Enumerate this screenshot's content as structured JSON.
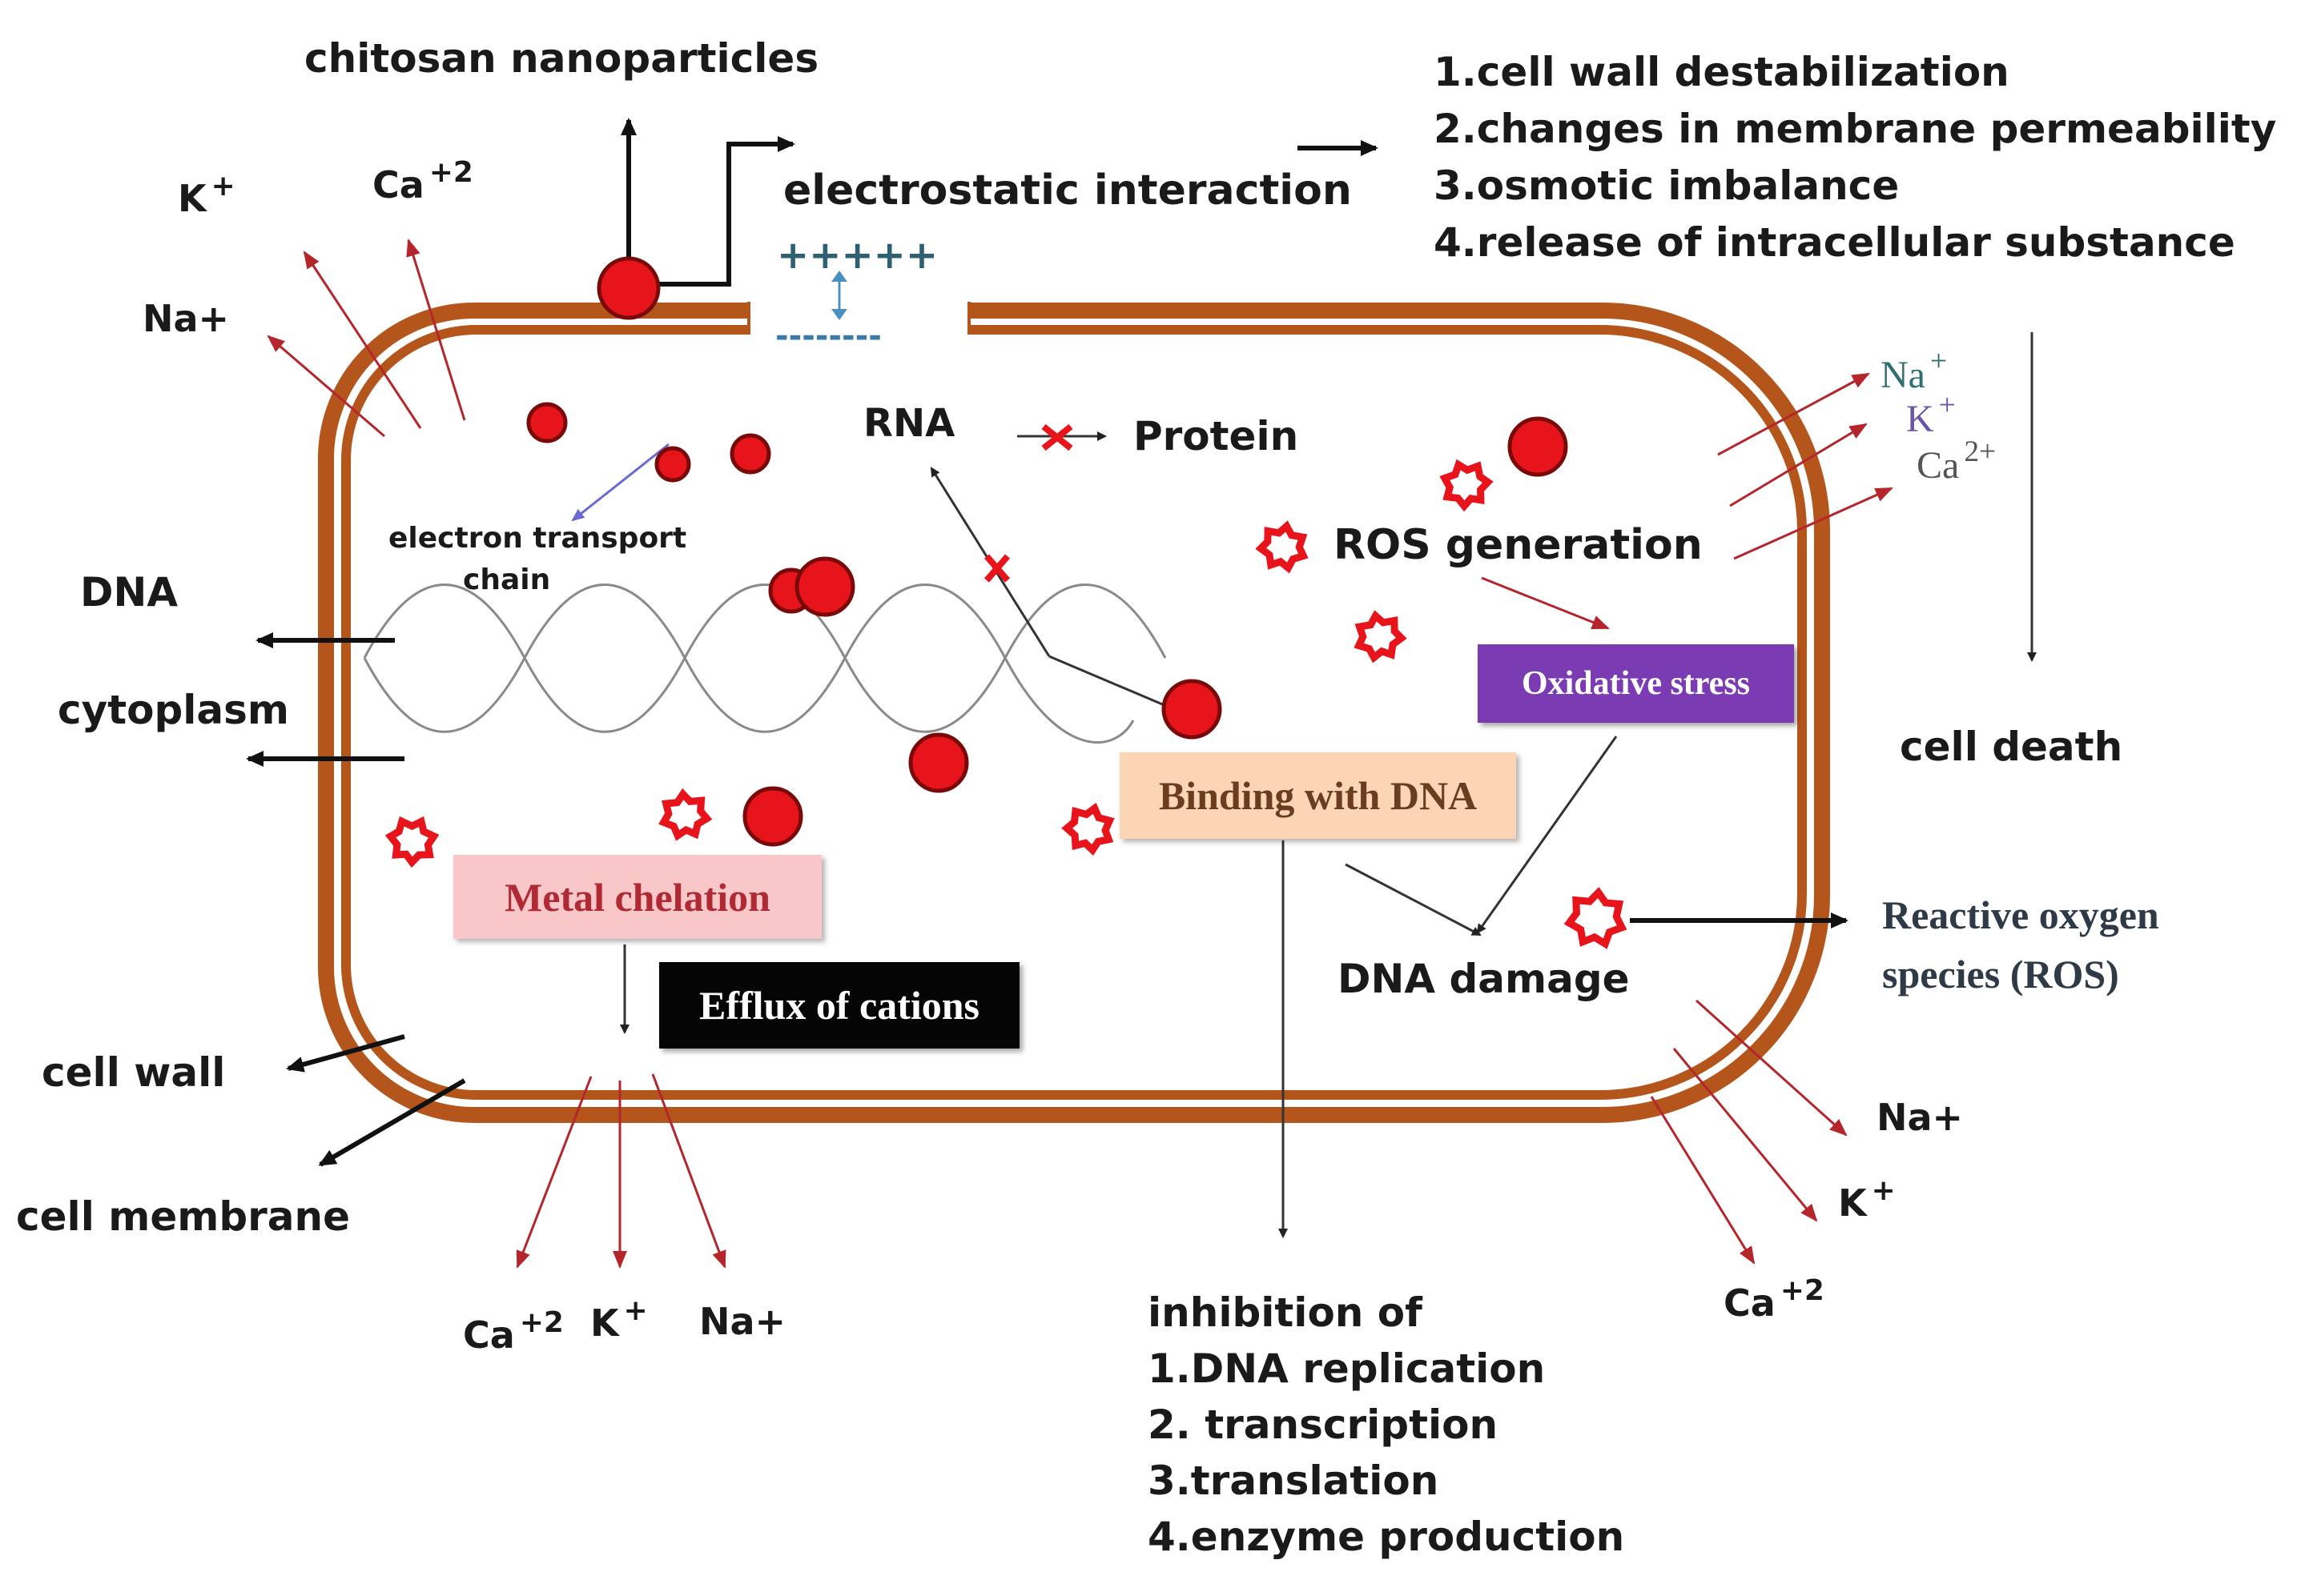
{
  "colors": {
    "wall": "#b4561c",
    "particle": "#e8141b",
    "particle_stroke": "#8a0b0b",
    "ion_arrow": "#b5252c",
    "arrow": "#222222",
    "charge_plus": "#2e6070",
    "charge_minus": "#3a7aa8",
    "oxidative_bg": "#7b3bb3",
    "metal_bg": "#f9c7c8",
    "binding_bg": "#fbd5b5",
    "efflux_bg": "#050505"
  },
  "labels": {
    "chitosan_nanoparticles": "chitosan nanoparticles",
    "electrostatic_interaction": "electrostatic interaction",
    "plus_charges": "+++++",
    "minus_charges": "--------",
    "effects": [
      "1.cell wall destabilization",
      "2.changes in membrane permeability",
      "3.osmotic imbalance",
      "4.release of intracellular substance"
    ],
    "cell_death": "cell death",
    "rna": "RNA",
    "protein": "Protein",
    "electron_transport_chain_line1": "electron transport",
    "electron_transport_chain_line2": "chain",
    "dna": "DNA",
    "cytoplasm": "cytoplasm",
    "cell_wall": "cell wall",
    "cell_membrane": "cell membrane",
    "ros_generation": "ROS generation",
    "oxidative_stress": "Oxidative stress",
    "binding_with_dna": "Binding with DNA",
    "metal_chelation": "Metal chelation",
    "efflux_of_cations": "Efflux of cations",
    "dna_damage": "DNA damage",
    "ros_line1": "Reactive oxygen",
    "ros_line2": "species (ROS)",
    "inhibition": [
      "inhibition of",
      "1.DNA replication",
      "2. transcription",
      "3.translation",
      "4.enzyme production"
    ]
  },
  "ions": {
    "tl_k": "K",
    "tl_k_sup": "+",
    "tl_ca": "Ca",
    "tl_ca_sup": "+2",
    "tl_na": "Na+",
    "r_na": "Na",
    "r_na_sup": "+",
    "r_k": "K",
    "r_k_sup": "+",
    "r_ca": "Ca",
    "r_ca_sup": "2+",
    "b_ca": "Ca",
    "b_ca_sup": "+2",
    "b_k": "K",
    "b_k_sup": "+",
    "b_na": "Na+",
    "br_na": "Na+",
    "br_k": "K",
    "br_k_sup": "+",
    "br_ca": "Ca",
    "br_ca_sup": "+2"
  }
}
